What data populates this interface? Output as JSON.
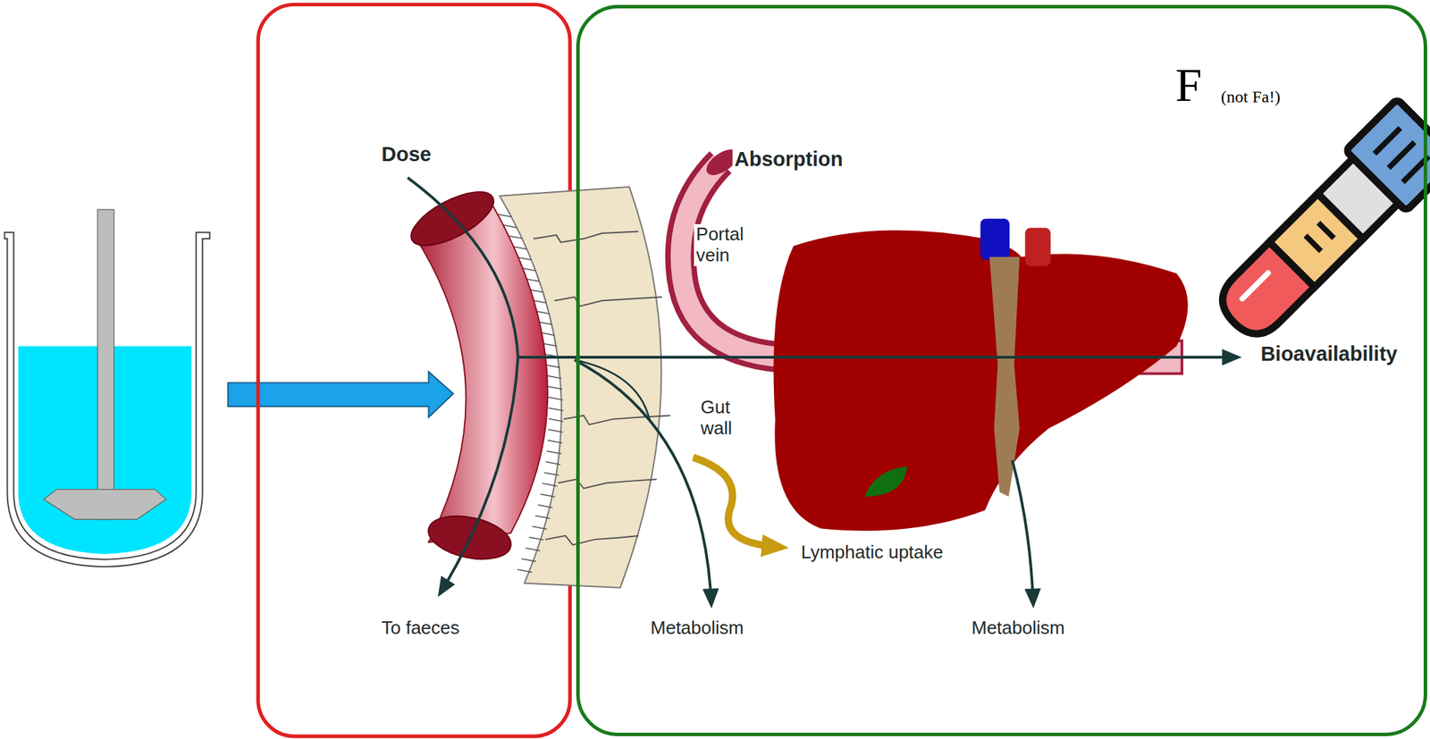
{
  "diagram": {
    "nodes": [
      {
        "text": [
          "F",
          "(not Fa!)"
        ]
      }
    ],
    "labels": [
      "Dose",
      "Absorption",
      "Portal vein",
      "Gut wall",
      "To faeces",
      "Metabolism",
      "Lymphatic uptake",
      "Metabolism",
      "Bioavailability"
    ]
  }
}
